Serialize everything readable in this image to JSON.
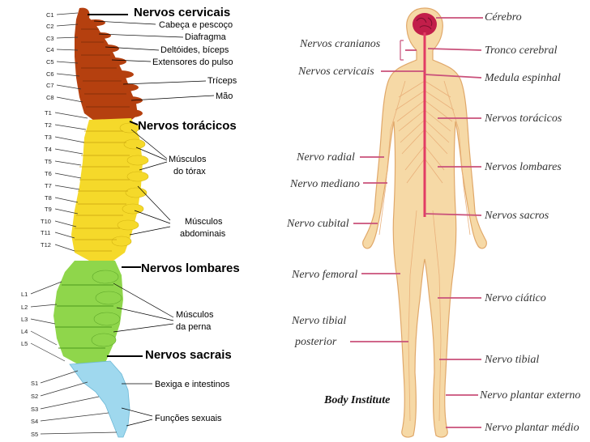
{
  "spine": {
    "vertebrae": {
      "cervical": [
        "C1",
        "C2",
        "C3",
        "C4",
        "C5",
        "C6",
        "C7",
        "C8"
      ],
      "thoracic": [
        "T1",
        "T2",
        "T3",
        "T4",
        "T5",
        "T6",
        "T7",
        "T8",
        "T9",
        "T10",
        "T11",
        "T12"
      ],
      "lumbar": [
        "L1",
        "L2",
        "L3",
        "L4",
        "L5"
      ],
      "sacral": [
        "S1",
        "S2",
        "S3",
        "S4",
        "S5"
      ]
    },
    "headings": {
      "cervical": "Nervos cervicais",
      "thoracic": "Nervos torácicos",
      "lumbar": "Nervos lombares",
      "sacral": "Nervos sacrais"
    },
    "functions": {
      "head_neck": "Cabeça e pescoço",
      "diaphragm": "Diafragma",
      "deltoids": "Deltóides, bíceps",
      "wrist": "Extensores do pulso",
      "triceps": "Tríceps",
      "hand": "Mão",
      "chest_1": "Músculos",
      "chest_2": "do tórax",
      "abdominal_1": "Músculos",
      "abdominal_2": "abdominais",
      "leg_1": "Músculos",
      "leg_2": "da perna",
      "bladder": "Bexiga e intestinos",
      "sexual": "Funções sexuais"
    },
    "colors": {
      "cervical": "#b5400f",
      "thoracic": "#f5d92a",
      "lumbar": "#8fd64b",
      "sacral": "#9fd8ee"
    }
  },
  "body": {
    "left_labels": {
      "cranial": "Nervos cranianos",
      "cervical": "Nervos cervicais",
      "radial": "Nervo radial",
      "median": "Nervo mediano",
      "ulnar": "Nervo cubital",
      "femoral": "Nervo femoral",
      "tibial_post_1": "Nervo tibial",
      "tibial_post_2": "posterior"
    },
    "right_labels": {
      "brain": "Cérebro",
      "brainstem": "Tronco cerebral",
      "spinal_cord": "Medula espinhal",
      "thoracic": "Nervos torácicos",
      "lumbar": "Nervos lombares",
      "sacral": "Nervos sacros",
      "sciatic": "Nervo ciático",
      "tibial": "Nervo tibial",
      "plantar_ext": "Nervo plantar externo",
      "plantar_med": "Nervo plantar médio"
    },
    "brand": "Body Institute",
    "colors": {
      "skin": "#f6d9a6",
      "skin_line": "#e0a86a",
      "nerve": "#e23c64",
      "pointer": "#c9507a"
    }
  }
}
